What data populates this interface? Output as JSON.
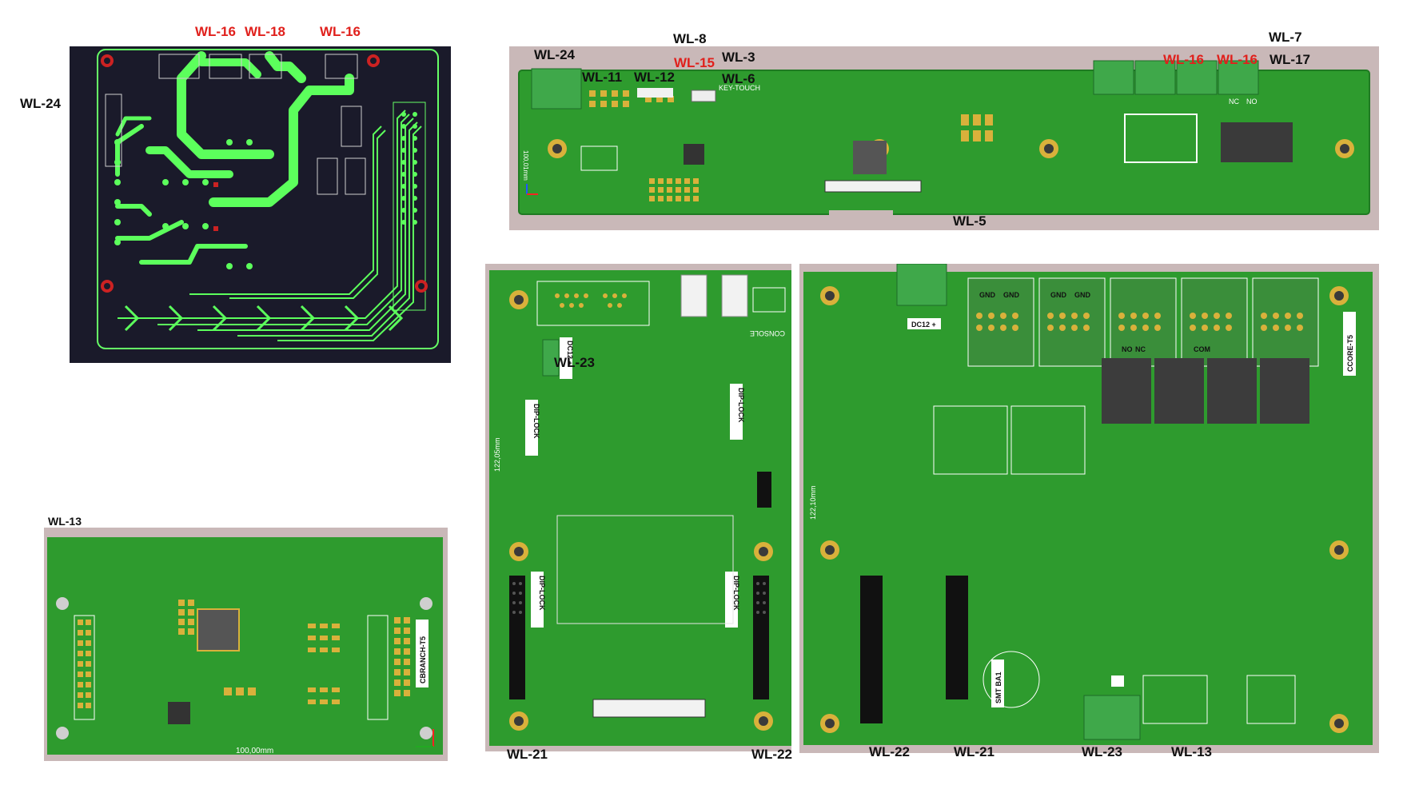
{
  "colors": {
    "label_black": "#111111",
    "label_red": "#e0201c",
    "pcb_green": "#2e9b2e",
    "pcb_dark": "#1f7a22",
    "copper_pad": "#d9b13b",
    "layout_bg": "#1a1a2a",
    "layout_trace": "#5cff5c",
    "board_frame": "#c9b8b8"
  },
  "labels": {
    "tl_wl16_a": "WL-16",
    "tl_wl18": "WL-18",
    "tl_wl16_b": "WL-16",
    "tl_wl24": "WL-24",
    "tr_wl24": "WL-24",
    "tr_wl8": "WL-8",
    "tr_wl3": "WL-3",
    "tr_wl15": "WL-15",
    "tr_wl11": "WL-11",
    "tr_wl12": "WL-12",
    "tr_wl6": "WL-6",
    "tr_wl7": "WL-7",
    "tr_wl16_a": "WL-16",
    "tr_wl16_b": "WL-16",
    "tr_wl17": "WL-17",
    "tr_wl5": "WL-5",
    "bl_wl13": "WL-13",
    "mid_wl23": "WL-23",
    "mid_wl21": "WL-21",
    "mid_wl22": "WL-22",
    "br_wl22": "WL-22",
    "br_wl21": "WL-21",
    "br_wl23": "WL-23",
    "br_wl13": "WL-13"
  },
  "silkscreen": {
    "cbranch": "CBRANCH-T5",
    "ccore": "CCORE-T5",
    "console": "CONSOLE",
    "dip_lock": "DIP-LOCK",
    "dc12": "DC12 +",
    "smt_ba1": "SMT BA1",
    "key_touch": "KEY-TOUCH",
    "dim_100": "100,00mm",
    "dim_122a": "122,05mm",
    "dim_122b": "122,10mm",
    "dim_100_top": "100,01mm",
    "gnd": "GND",
    "nc": "NC",
    "no": "NO",
    "com": "COM"
  }
}
